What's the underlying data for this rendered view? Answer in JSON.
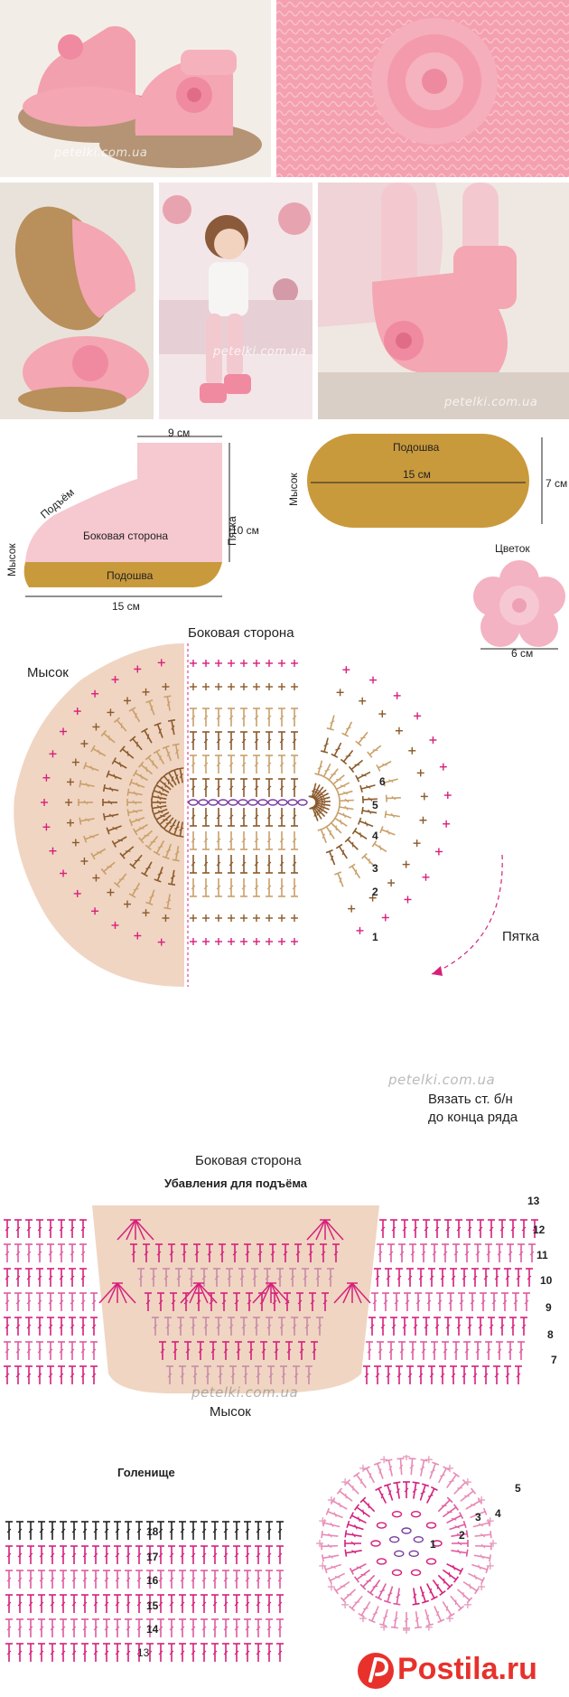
{
  "watermark": "petelki.com.ua",
  "photos": {
    "top_left": "booties-pair-photo",
    "top_right": "flower-closeup-photo",
    "mid_left": "booties-soles-photo",
    "mid_center": "child-sitting-photo",
    "mid_right": "booties-on-feet-photo"
  },
  "schema_bootie": {
    "width_top": "9 см",
    "height": "10 см",
    "length": "15 см",
    "toe": "Мысок",
    "instep": "Подъём",
    "side": "Боковая сторона",
    "heel": "Пятка",
    "sole": "Подошва"
  },
  "schema_sole": {
    "title": "Подошва",
    "length": "15 см",
    "width": "7 см",
    "toe": "Мысок"
  },
  "schema_flower": {
    "title": "Цветок",
    "size": "6 см"
  },
  "chart_sole": {
    "top_label": "Боковая сторона",
    "bottom_label": "Боковая сторона",
    "toe": "Мысок",
    "heel": "Пятка",
    "note_line1": "Вязать ст. б/н",
    "note_line2": "до конца ряда",
    "rows": [
      "1",
      "2",
      "3",
      "4",
      "5",
      "6"
    ]
  },
  "chart_instep": {
    "title": "Убавления для подъёма",
    "toe": "Мысок",
    "rows": [
      "7",
      "8",
      "9",
      "10",
      "11",
      "12",
      "13"
    ]
  },
  "chart_leg": {
    "title": "Голенище",
    "rows": [
      "13",
      "14",
      "15",
      "16",
      "17",
      "18"
    ]
  },
  "chart_flower": {
    "rows": [
      "1",
      "2",
      "3",
      "4",
      "5"
    ]
  },
  "branding": {
    "logo_text": "Postila.ru"
  },
  "colors": {
    "pink_yarn": "#f4a6b3",
    "pink_schema": "#f6c8d0",
    "sole_gold": "#c99a3c",
    "chart_beige": "#f0d5c2",
    "chart_magenta": "#d6207c",
    "chart_brown": "#8b5a2b",
    "chart_purple": "#7b3fa0",
    "logo_red": "#e8312b"
  }
}
